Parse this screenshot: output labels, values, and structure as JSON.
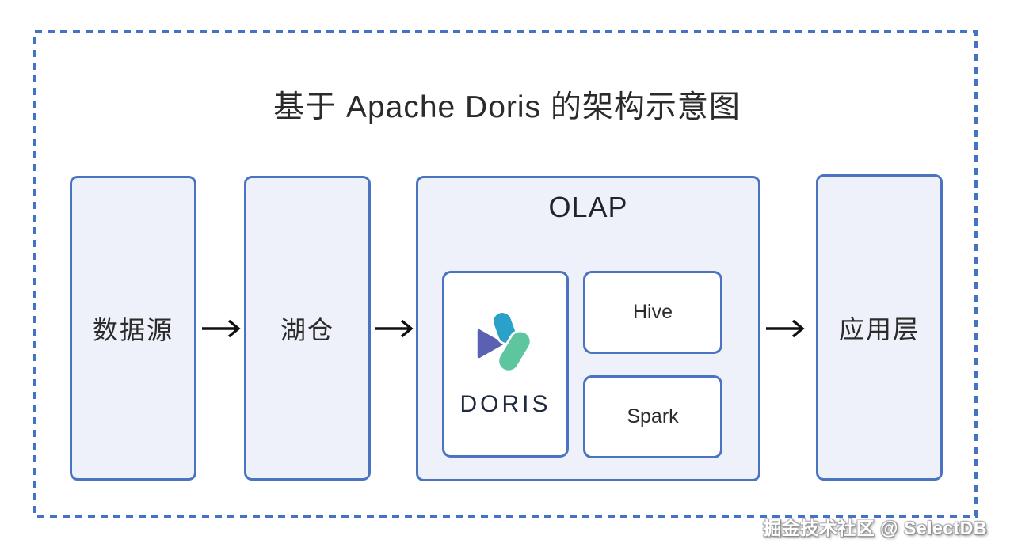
{
  "diagram": {
    "title": "基于 Apache Doris 的架构示意图",
    "nodes": [
      {
        "id": "datasource",
        "label": "数据源"
      },
      {
        "id": "lakehouse",
        "label": "湖仓"
      },
      {
        "id": "application",
        "label": "应用层"
      }
    ],
    "olap": {
      "label": "OLAP",
      "doris": {
        "wordmark": "DORIS",
        "logo_icon": "doris-logo-icon"
      },
      "hive": {
        "label": "Hive"
      },
      "spark": {
        "label": "Spark"
      }
    },
    "flow_arrow_icon": "right-arrow-icon",
    "watermark": "掘金技术社区 @ SelectDB"
  },
  "colors": {
    "frame_dash": "#4472C4",
    "box_border": "#4A73C2",
    "box_fill": "#EEF1F9",
    "inner_fill": "#FFFFFF",
    "text": "#2B2B2B",
    "doris_navy": "#1F2940",
    "logo_teal": "#2AA1C9",
    "logo_purple": "#5A60B2",
    "logo_green": "#5EC69E",
    "arrow": "#111111"
  }
}
